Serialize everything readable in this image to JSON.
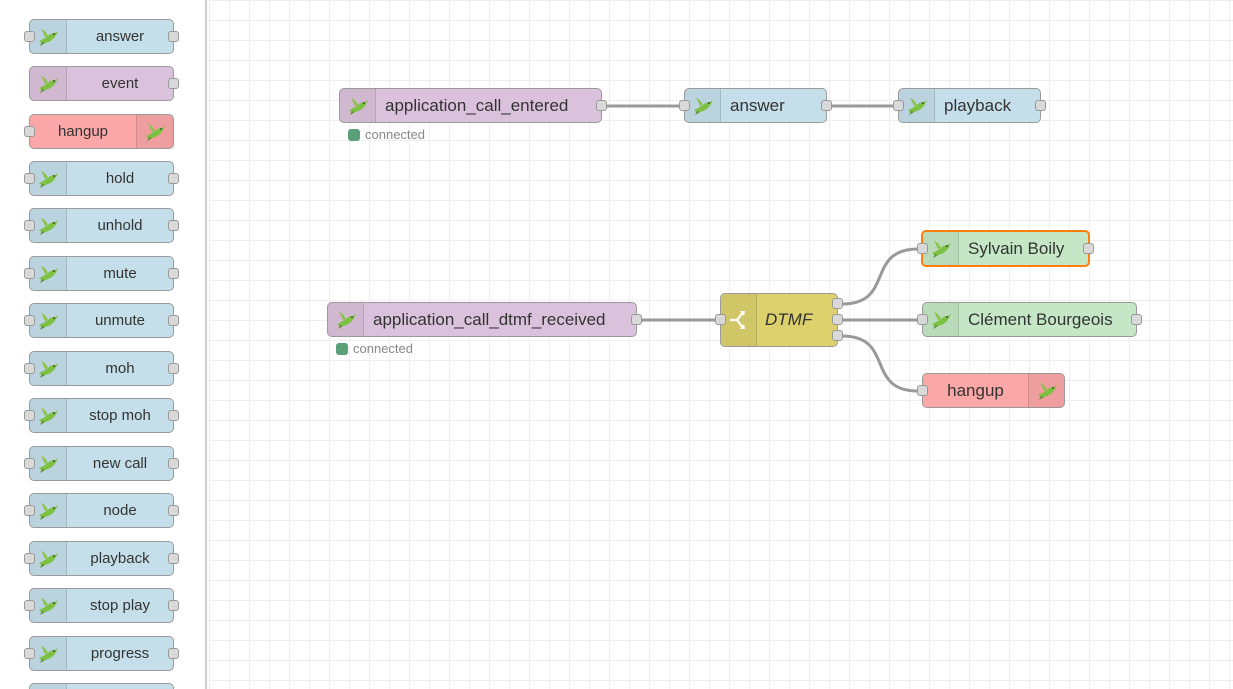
{
  "palette": {
    "nodes": [
      {
        "label": "answer",
        "color": "blue",
        "icon_side": "left",
        "icon": "bird-icon"
      },
      {
        "label": "event",
        "color": "purple",
        "icon_side": "left",
        "icon": "bird-icon"
      },
      {
        "label": "hangup",
        "color": "red",
        "icon_side": "right",
        "icon": "bird-icon"
      },
      {
        "label": "hold",
        "color": "blue",
        "icon_side": "left",
        "icon": "bird-icon"
      },
      {
        "label": "unhold",
        "color": "blue",
        "icon_side": "left",
        "icon": "bird-icon"
      },
      {
        "label": "mute",
        "color": "blue",
        "icon_side": "left",
        "icon": "bird-icon"
      },
      {
        "label": "unmute",
        "color": "blue",
        "icon_side": "left",
        "icon": "bird-icon"
      },
      {
        "label": "moh",
        "color": "blue",
        "icon_side": "left",
        "icon": "bird-icon"
      },
      {
        "label": "stop moh",
        "color": "blue",
        "icon_side": "left",
        "icon": "bird-icon"
      },
      {
        "label": "new call",
        "color": "blue",
        "icon_side": "left",
        "icon": "bird-icon"
      },
      {
        "label": "node",
        "color": "blue",
        "icon_side": "left",
        "icon": "bird-icon"
      },
      {
        "label": "playback",
        "color": "blue",
        "icon_side": "left",
        "icon": "bird-icon"
      },
      {
        "label": "stop play",
        "color": "blue",
        "icon_side": "left",
        "icon": "bird-icon"
      },
      {
        "label": "progress",
        "color": "blue",
        "icon_side": "left",
        "icon": "bird-icon"
      }
    ]
  },
  "flow": {
    "nodes": {
      "call_entered": {
        "label": "application_call_entered",
        "status": "connected"
      },
      "answer": {
        "label": "answer"
      },
      "playback": {
        "label": "playback"
      },
      "dtmf_received": {
        "label": "application_call_dtmf_received",
        "status": "connected"
      },
      "switch": {
        "label": "DTMF"
      },
      "sylvain": {
        "label": "Sylvain Boily"
      },
      "clement": {
        "label": "Clément Bourgeois"
      },
      "hangup": {
        "label": "hangup"
      }
    }
  },
  "colors": {
    "blue": "#c5dfea",
    "purple": "#dbc2dc",
    "red": "#fba7a7",
    "green": "#c5e7c5",
    "yellow": "#dcd16d",
    "selection": "#ff7f0e",
    "status_connected": "#5a9e7a",
    "wire": "#999999"
  }
}
